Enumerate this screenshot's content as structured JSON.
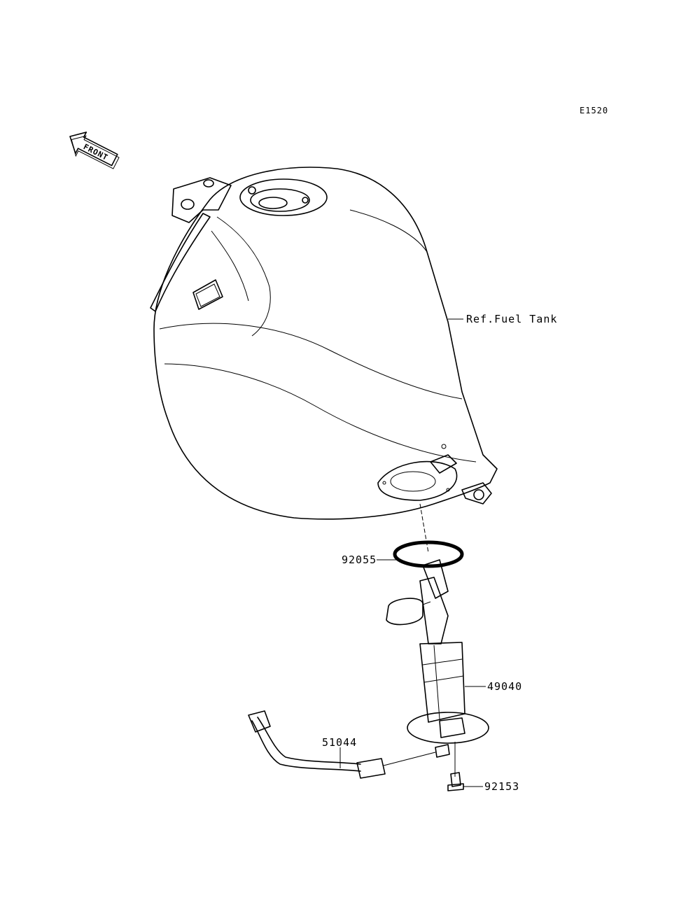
{
  "diagram_code": "E1520",
  "front_arrow": {
    "text": "FRONT",
    "icon": "front-arrow-icon"
  },
  "callouts": {
    "fuel_tank": "Ref.Fuel Tank",
    "o_ring": "92055",
    "fuel_pump": "49040",
    "hose": "51044",
    "bolt": "92153"
  }
}
